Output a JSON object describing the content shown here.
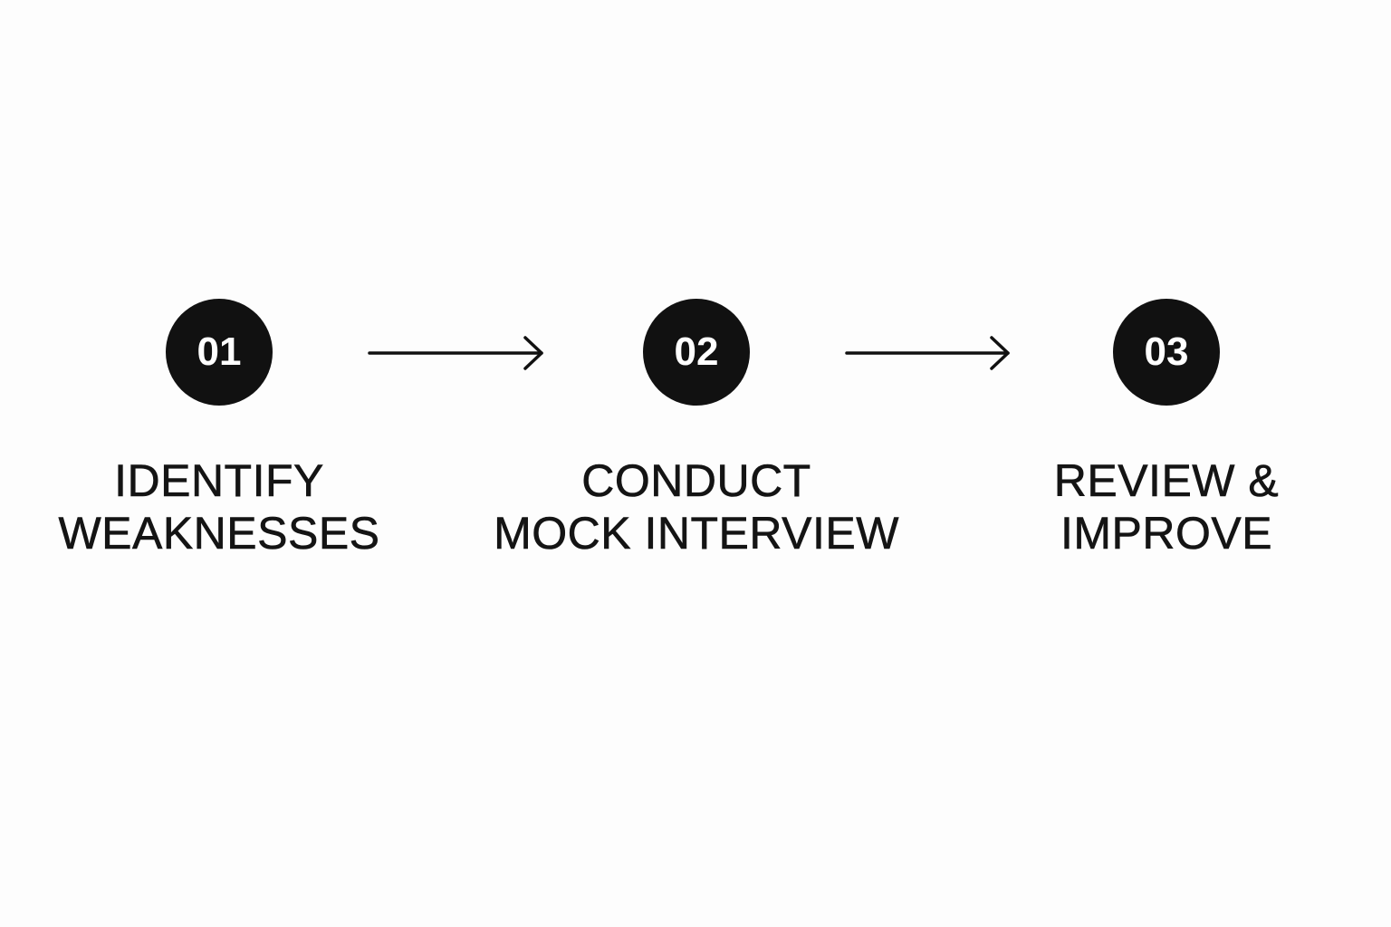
{
  "steps": [
    {
      "number": "01",
      "line1": "IDENTIFY",
      "line2": "WEAKNESSES"
    },
    {
      "number": "02",
      "line1": "CONDUCT",
      "line2": "MOCK INTERVIEW"
    },
    {
      "number": "03",
      "line1": "REVIEW &",
      "line2": "IMPROVE"
    }
  ],
  "colors": {
    "badge": "#111111",
    "badge_text": "#ffffff",
    "text": "#141414",
    "arrow": "#111111",
    "background": "#fdfdfd"
  },
  "icons": [
    "arrow-right-icon"
  ]
}
